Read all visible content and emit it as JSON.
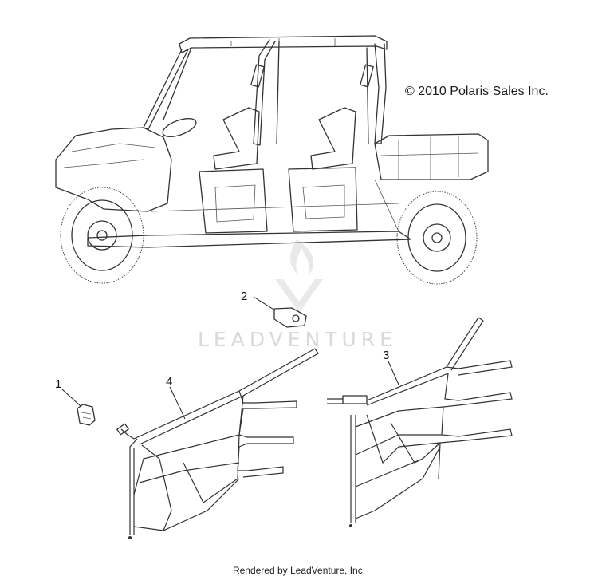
{
  "copyright": "© 2010 Polaris Sales Inc.",
  "watermark": {
    "brand": "LEADVENTURE"
  },
  "callouts": [
    {
      "id": "1",
      "label": "1"
    },
    {
      "id": "2",
      "label": "2"
    },
    {
      "id": "3",
      "label": "3"
    },
    {
      "id": "4",
      "label": "4"
    }
  ],
  "footer": "Rendered by LeadVenture, Inc."
}
